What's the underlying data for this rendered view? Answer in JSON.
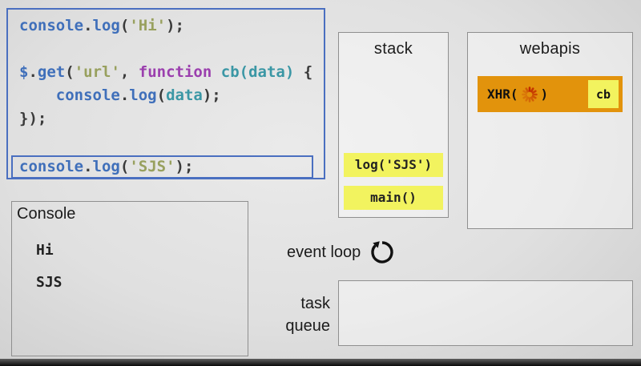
{
  "slide": {
    "accent_blue": "#4a6fc0",
    "highlight_yellow": "#f2f35f",
    "webapi_orange": "#e2930c",
    "background_color": "#e0e0e0"
  },
  "code_editor": {
    "highlighted_line_index": 6,
    "lines": [
      {
        "segments": [
          {
            "text": "console",
            "type": "ident"
          },
          {
            "text": ".",
            "type": "punct"
          },
          {
            "text": "log",
            "type": "ident"
          },
          {
            "text": "(",
            "type": "punct"
          },
          {
            "text": "'Hi'",
            "type": "string"
          },
          {
            "text": ");",
            "type": "punct"
          }
        ]
      },
      {
        "segments": []
      },
      {
        "segments": [
          {
            "text": "$",
            "type": "ident"
          },
          {
            "text": ".",
            "type": "punct"
          },
          {
            "text": "get",
            "type": "ident"
          },
          {
            "text": "(",
            "type": "punct"
          },
          {
            "text": "'url'",
            "type": "string"
          },
          {
            "text": ", ",
            "type": "punct"
          },
          {
            "text": "function",
            "type": "keyword"
          },
          {
            "text": " ",
            "type": "punct"
          },
          {
            "text": "cb(data)",
            "type": "fn"
          },
          {
            "text": " {",
            "type": "punct"
          }
        ]
      },
      {
        "segments": [
          {
            "text": "    ",
            "type": "punct"
          },
          {
            "text": "console",
            "type": "ident"
          },
          {
            "text": ".",
            "type": "punct"
          },
          {
            "text": "log",
            "type": "ident"
          },
          {
            "text": "(",
            "type": "punct"
          },
          {
            "text": "data",
            "type": "fn"
          },
          {
            "text": ");",
            "type": "punct"
          }
        ]
      },
      {
        "segments": [
          {
            "text": "});",
            "type": "punct"
          }
        ]
      },
      {
        "segments": []
      },
      {
        "segments": [
          {
            "text": "console",
            "type": "ident"
          },
          {
            "text": ".",
            "type": "punct"
          },
          {
            "text": "log",
            "type": "ident"
          },
          {
            "text": "(",
            "type": "punct"
          },
          {
            "text": "'SJS'",
            "type": "string"
          },
          {
            "text": ");",
            "type": "punct"
          }
        ]
      }
    ]
  },
  "stack_panel": {
    "title": "stack",
    "frames": [
      "log('SJS')",
      "main()"
    ]
  },
  "webapis_panel": {
    "title": "webapis",
    "items": [
      {
        "call_prefix": "XHR(",
        "call_suffix": ")",
        "spinner_icon": "loading-spinner-icon",
        "callback_label": "cb"
      }
    ]
  },
  "console_panel": {
    "title": "Console",
    "output_lines": [
      "Hi",
      "SJS"
    ]
  },
  "event_loop": {
    "label": "event loop",
    "icon": "clockwise-circular-arrow-icon"
  },
  "task_queue": {
    "label_lines": [
      "task",
      "queue"
    ],
    "items": []
  }
}
